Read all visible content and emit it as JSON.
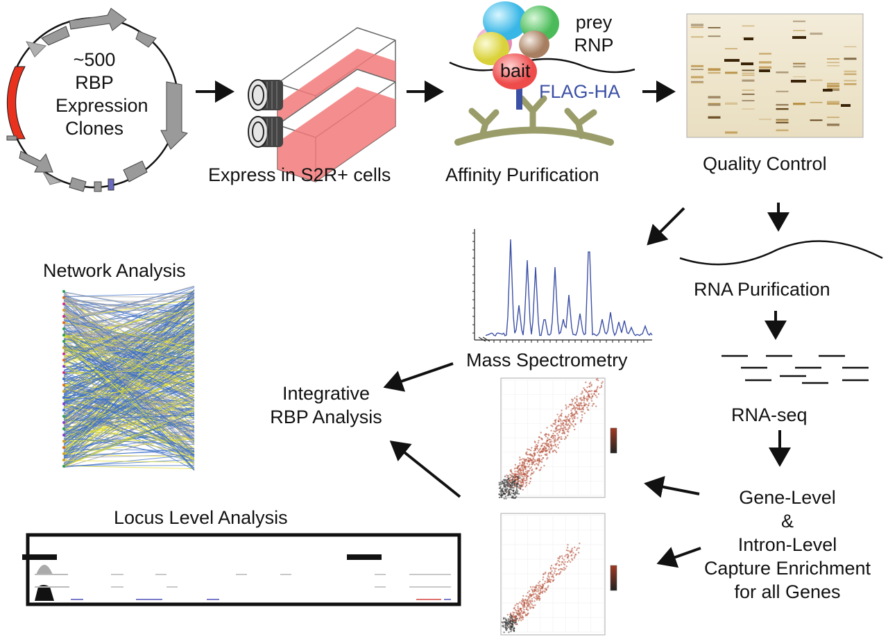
{
  "plasmid": {
    "lines": [
      "~500",
      "RBP",
      "Expression",
      "Clones"
    ],
    "insert_color": "#e8321e",
    "tag_color": "#6a6ac0"
  },
  "steps": {
    "express": "Express in S2R+ cells",
    "affinity": "Affinity Purification",
    "quality": "Quality Control",
    "mass_spec": "Mass Spectrometry",
    "rna_purification": "RNA Purification",
    "rna_seq": "RNA-seq",
    "capture": [
      "Gene-Level",
      "&",
      "Intron-Level",
      "Capture Enrichment",
      "for all Genes"
    ],
    "integrative": [
      "Integrative",
      "RBP Analysis"
    ],
    "network": "Network Analysis",
    "locus": "Locus Level Analysis"
  },
  "complex": {
    "prey": [
      "prey",
      "RNP"
    ],
    "bait": "bait",
    "tag": "FLAG-HA",
    "tag_color": "#3b4fa5",
    "bait_color": "#f26060"
  },
  "colors": {
    "flask": "#f27a7a",
    "spectrum": "#3b4fa5",
    "scatter": "#b5513a",
    "network_blue": "#3c6fc7",
    "network_yellow": "#e3e02a",
    "antibody": "#9a9d6a"
  }
}
